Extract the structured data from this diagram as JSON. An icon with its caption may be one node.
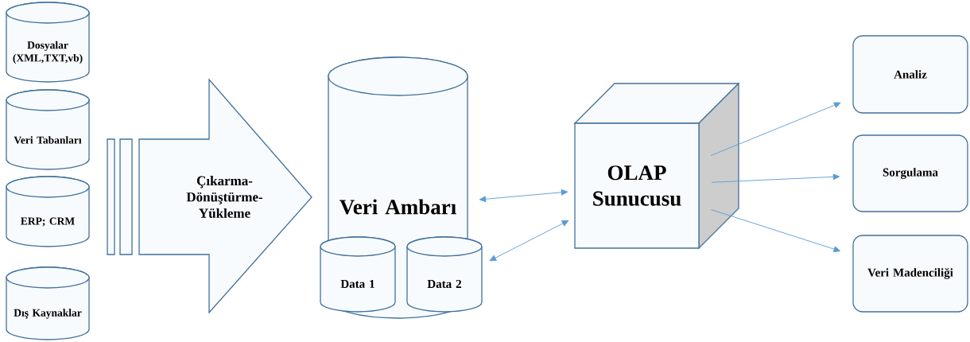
{
  "diagram": {
    "nodes": [
      {
        "text": [
          "Dosyalar (XML,TXT,vb)"
        ]
      },
      {
        "text": [
          "Veri Tabanları"
        ]
      },
      {
        "text": [
          "ERP; CRM"
        ]
      },
      {
        "text": [
          "Dış Kaynaklar"
        ]
      },
      {
        "text": [
          "Çıkarma- Dönüştürme- Yükleme"
        ]
      },
      {
        "text": [
          "Veri Ambarı"
        ]
      },
      {
        "text": [
          "Data 1"
        ]
      },
      {
        "text": [
          "Data 2"
        ]
      },
      {
        "text": [
          "OLAP Sunucusu"
        ]
      },
      {
        "text": [
          "Analiz"
        ]
      },
      {
        "text": [
          "Sorgulama"
        ]
      },
      {
        "text": [
          "Veri Madenciliği"
        ]
      }
    ],
    "edges": [
      {
        "from": 5,
        "to": 8,
        "arrow": "both"
      },
      {
        "from": 7,
        "to": 8,
        "arrow": "both"
      },
      {
        "from": 8,
        "to": 9,
        "arrow": "to"
      },
      {
        "from": 8,
        "to": 10,
        "arrow": "to"
      },
      {
        "from": 8,
        "to": 11,
        "arrow": "to"
      }
    ]
  }
}
